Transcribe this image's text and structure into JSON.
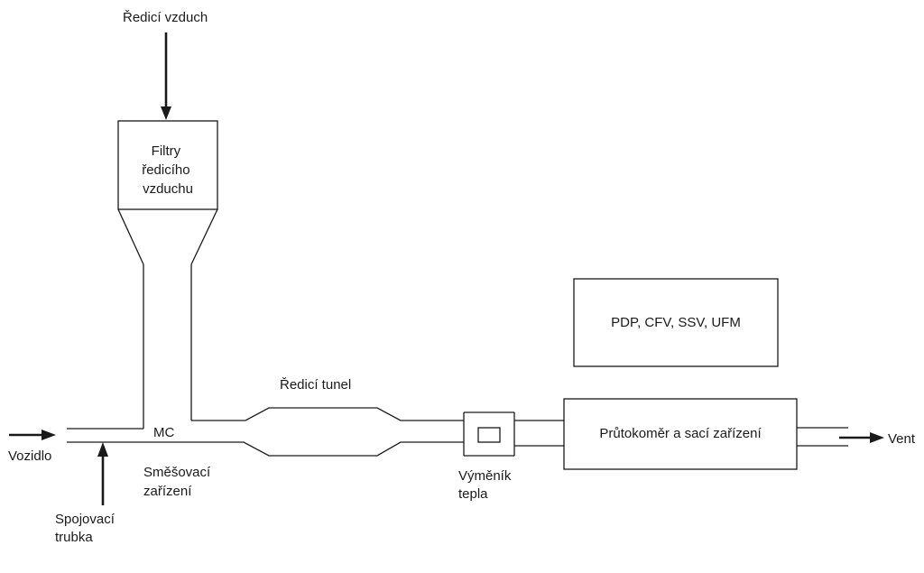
{
  "labels": {
    "dilution_air": "Ředicí vzduch",
    "filters": [
      "Filtry",
      "ředicího",
      "vzduchu"
    ],
    "mixing_chamber": "MC",
    "dilution_tunnel": "Ředicí tunel",
    "vehicle": "Vozidlo",
    "connecting_tube": [
      "Spojovací",
      "trubka"
    ],
    "mixing_device": [
      "Směšovací",
      "zařízení"
    ],
    "heat_exchanger": [
      "Výměník",
      "tepla"
    ],
    "flow_meter": "Průtokoměr a sací zařízení",
    "meter_types": "PDP, CFV, SSV, UFM",
    "vent": "Vent"
  }
}
